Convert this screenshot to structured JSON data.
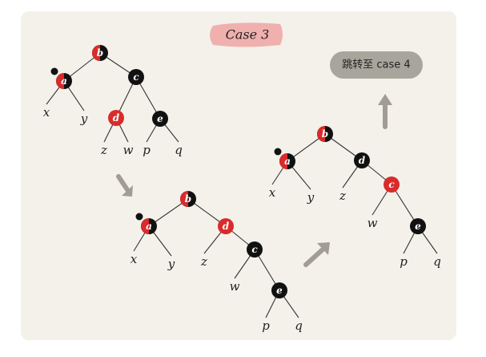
{
  "title": "Case 3",
  "goto_label": "跳转至 case 4",
  "colors": {
    "red": "#d92b2b",
    "black": "#111111",
    "card": "#f4f1ea",
    "title_bg": "#ef9a9a",
    "goto_bg": "#a8a59c",
    "arrow": "#a19d94"
  },
  "trees": [
    {
      "id": "tree1",
      "nodes": [
        {
          "key": "b",
          "color": "half"
        },
        {
          "key": "a",
          "color": "half",
          "dot": true
        },
        {
          "key": "c",
          "color": "black"
        },
        {
          "key": "d",
          "color": "red"
        },
        {
          "key": "e",
          "color": "black"
        }
      ],
      "leaves": [
        "x",
        "y",
        "z",
        "w",
        "p",
        "q"
      ]
    },
    {
      "id": "tree2",
      "nodes": [
        {
          "key": "b",
          "color": "half"
        },
        {
          "key": "a",
          "color": "half",
          "dot": true
        },
        {
          "key": "d",
          "color": "red"
        },
        {
          "key": "c",
          "color": "black"
        },
        {
          "key": "e",
          "color": "black"
        }
      ],
      "leaves": [
        "x",
        "y",
        "z",
        "w",
        "p",
        "q"
      ]
    },
    {
      "id": "tree3",
      "nodes": [
        {
          "key": "b",
          "color": "half"
        },
        {
          "key": "a",
          "color": "half",
          "dot": true
        },
        {
          "key": "d",
          "color": "black"
        },
        {
          "key": "c",
          "color": "red"
        },
        {
          "key": "e",
          "color": "black"
        }
      ],
      "leaves": [
        "x",
        "y",
        "z",
        "w",
        "p",
        "q"
      ]
    }
  ]
}
